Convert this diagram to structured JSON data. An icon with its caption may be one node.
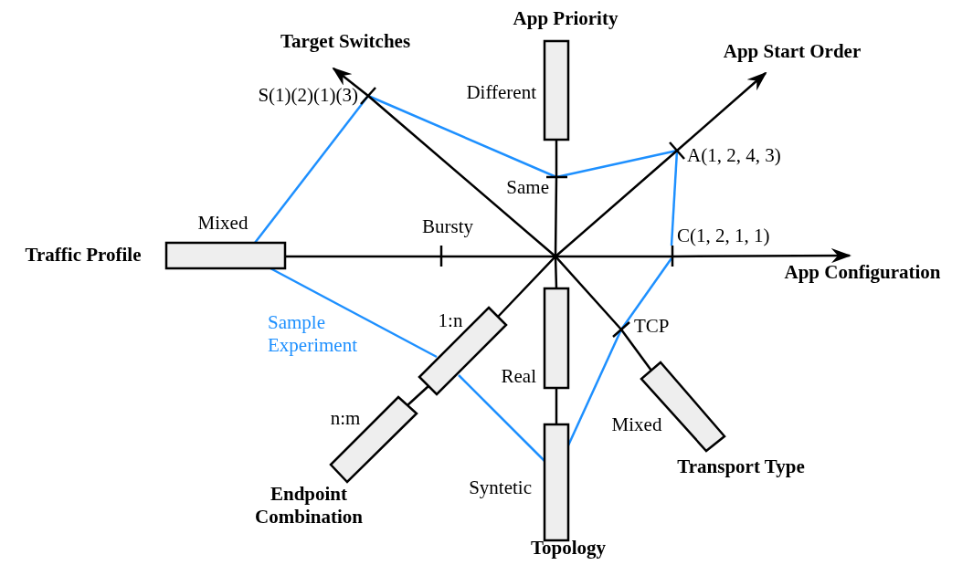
{
  "diagram": {
    "nodes": [
      {
        "text": [
          "Target Switches"
        ]
      },
      {
        "text": [],
        "shape": "bar",
        "beside": [
          "App Priority",
          "Different"
        ]
      },
      {
        "text": [
          "App Start Order"
        ]
      },
      {
        "text": [],
        "shape": "tick",
        "beside": [
          "S(1)(2)(1)(3)"
        ]
      },
      {
        "text": [],
        "shape": "tick",
        "beside": [
          "Same"
        ]
      },
      {
        "text": [],
        "shape": "tick",
        "beside": [
          "A(1, 2, 4, 3)"
        ]
      },
      {
        "text": [],
        "shape": "bar",
        "beside": [
          "Mixed",
          "Traffic Profile"
        ]
      },
      {
        "text": [],
        "shape": "tick",
        "beside": [
          "Bursty"
        ]
      },
      {
        "text": [],
        "shape": "tick",
        "beside": [
          "C(1, 2, 1, 1)"
        ]
      },
      {
        "text": [
          "App Configuration"
        ]
      },
      {
        "text": [],
        "shape": "bar",
        "beside": [
          "1:n"
        ]
      },
      {
        "text": [],
        "shape": "bar",
        "beside": [
          "Real"
        ]
      },
      {
        "text": [],
        "shape": "tick",
        "beside": [
          "TCP"
        ]
      },
      {
        "text": [],
        "shape": "bar",
        "beside": [
          "Mixed",
          "Transport Type"
        ]
      },
      {
        "text": [],
        "shape": "bar",
        "beside": [
          "n:m",
          "Endpoint Combination"
        ]
      },
      {
        "text": [],
        "shape": "bar",
        "beside": [
          "Syntetic",
          "Topology"
        ]
      }
    ],
    "edges": [
      {
        "from": 3,
        "to": 4,
        "arrow": "none",
        "color": "#1e90ff"
      },
      {
        "from": 4,
        "to": 5,
        "arrow": "none",
        "color": "#1e90ff"
      },
      {
        "from": 5,
        "to": 8,
        "arrow": "none",
        "color": "#1e90ff"
      },
      {
        "from": 8,
        "to": 12,
        "arrow": "none",
        "color": "#1e90ff"
      },
      {
        "from": 12,
        "to": 15,
        "arrow": "none",
        "color": "#1e90ff"
      },
      {
        "from": 15,
        "to": 10,
        "arrow": "none",
        "color": "#1e90ff"
      },
      {
        "from": 10,
        "to": 6,
        "arrow": "none",
        "color": "#1e90ff"
      },
      {
        "from": 6,
        "to": 3,
        "arrow": "none",
        "color": "#1e90ff"
      },
      {
        "from": 3,
        "to": 0,
        "arrow": "to",
        "color": "#000000"
      },
      {
        "from": 5,
        "to": 2,
        "arrow": "to",
        "color": "#000000"
      },
      {
        "from": 8,
        "to": 9,
        "arrow": "to",
        "color": "#000000"
      },
      {
        "from": 4,
        "to": 1,
        "arrow": "none",
        "color": "#000000"
      },
      {
        "from": 4,
        "to": 11,
        "arrow": "none",
        "color": "#000000"
      },
      {
        "from": 6,
        "to": 7,
        "arrow": "none",
        "color": "#000000"
      },
      {
        "from": 7,
        "to": 8,
        "arrow": "none",
        "color": "#000000"
      },
      {
        "from": 3,
        "to": 12,
        "arrow": "none",
        "color": "#000000"
      },
      {
        "from": 12,
        "to": 13,
        "arrow": "none",
        "color": "#000000"
      },
      {
        "from": 5,
        "to": 10,
        "arrow": "none",
        "color": "#000000"
      },
      {
        "from": 10,
        "to": 14,
        "arrow": "none",
        "color": "#000000"
      },
      {
        "from": 11,
        "to": 15,
        "arrow": "none",
        "color": "#000000"
      }
    ],
    "labels": [
      "Sample Experiment"
    ]
  }
}
